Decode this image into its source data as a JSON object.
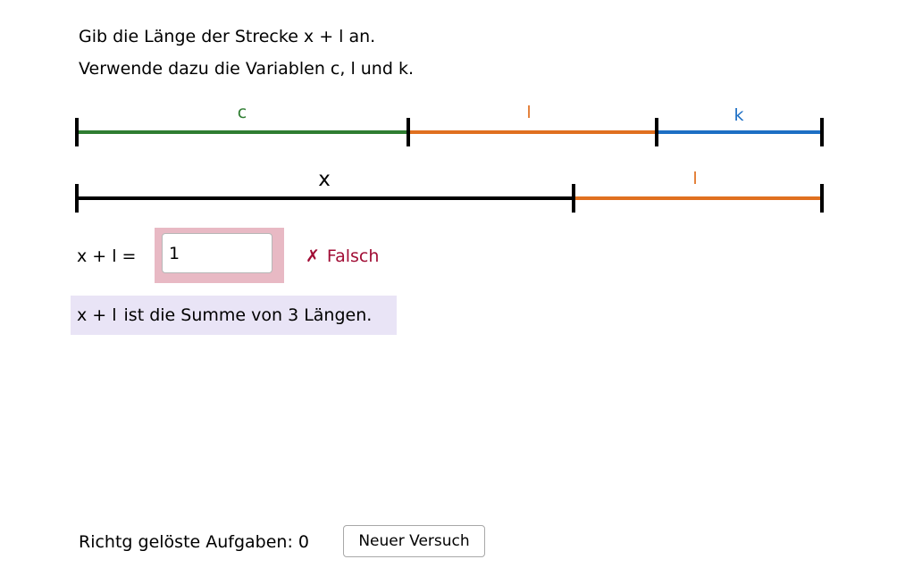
{
  "instructions": {
    "line1": "Gib die Länge der Strecke x + l an.",
    "line2": "Verwende dazu die Variablen c, l und k."
  },
  "diagram": {
    "top_row": [
      {
        "label": "c",
        "color": "#2f7d32"
      },
      {
        "label": "l",
        "color": "#e07020"
      },
      {
        "label": "k",
        "color": "#1d6fc4"
      }
    ],
    "bottom_row": [
      {
        "label": "x",
        "color": "#000000"
      },
      {
        "label": "l",
        "color": "#e07020"
      }
    ],
    "tick_color": "#000000"
  },
  "answer": {
    "label": "x + l =",
    "value": "1",
    "highlight_color": "#e8b9c4"
  },
  "feedback": {
    "mark": "✗",
    "text": "Falsch",
    "color": "#a10d35"
  },
  "hint": {
    "term": "x + l",
    "text": "ist die Summe von 3 Längen.",
    "background": "#e9e4f6"
  },
  "footer": {
    "score_text": "Richtg gelöste Aufgaben: 0",
    "retry_label": "Neuer Versuch"
  }
}
